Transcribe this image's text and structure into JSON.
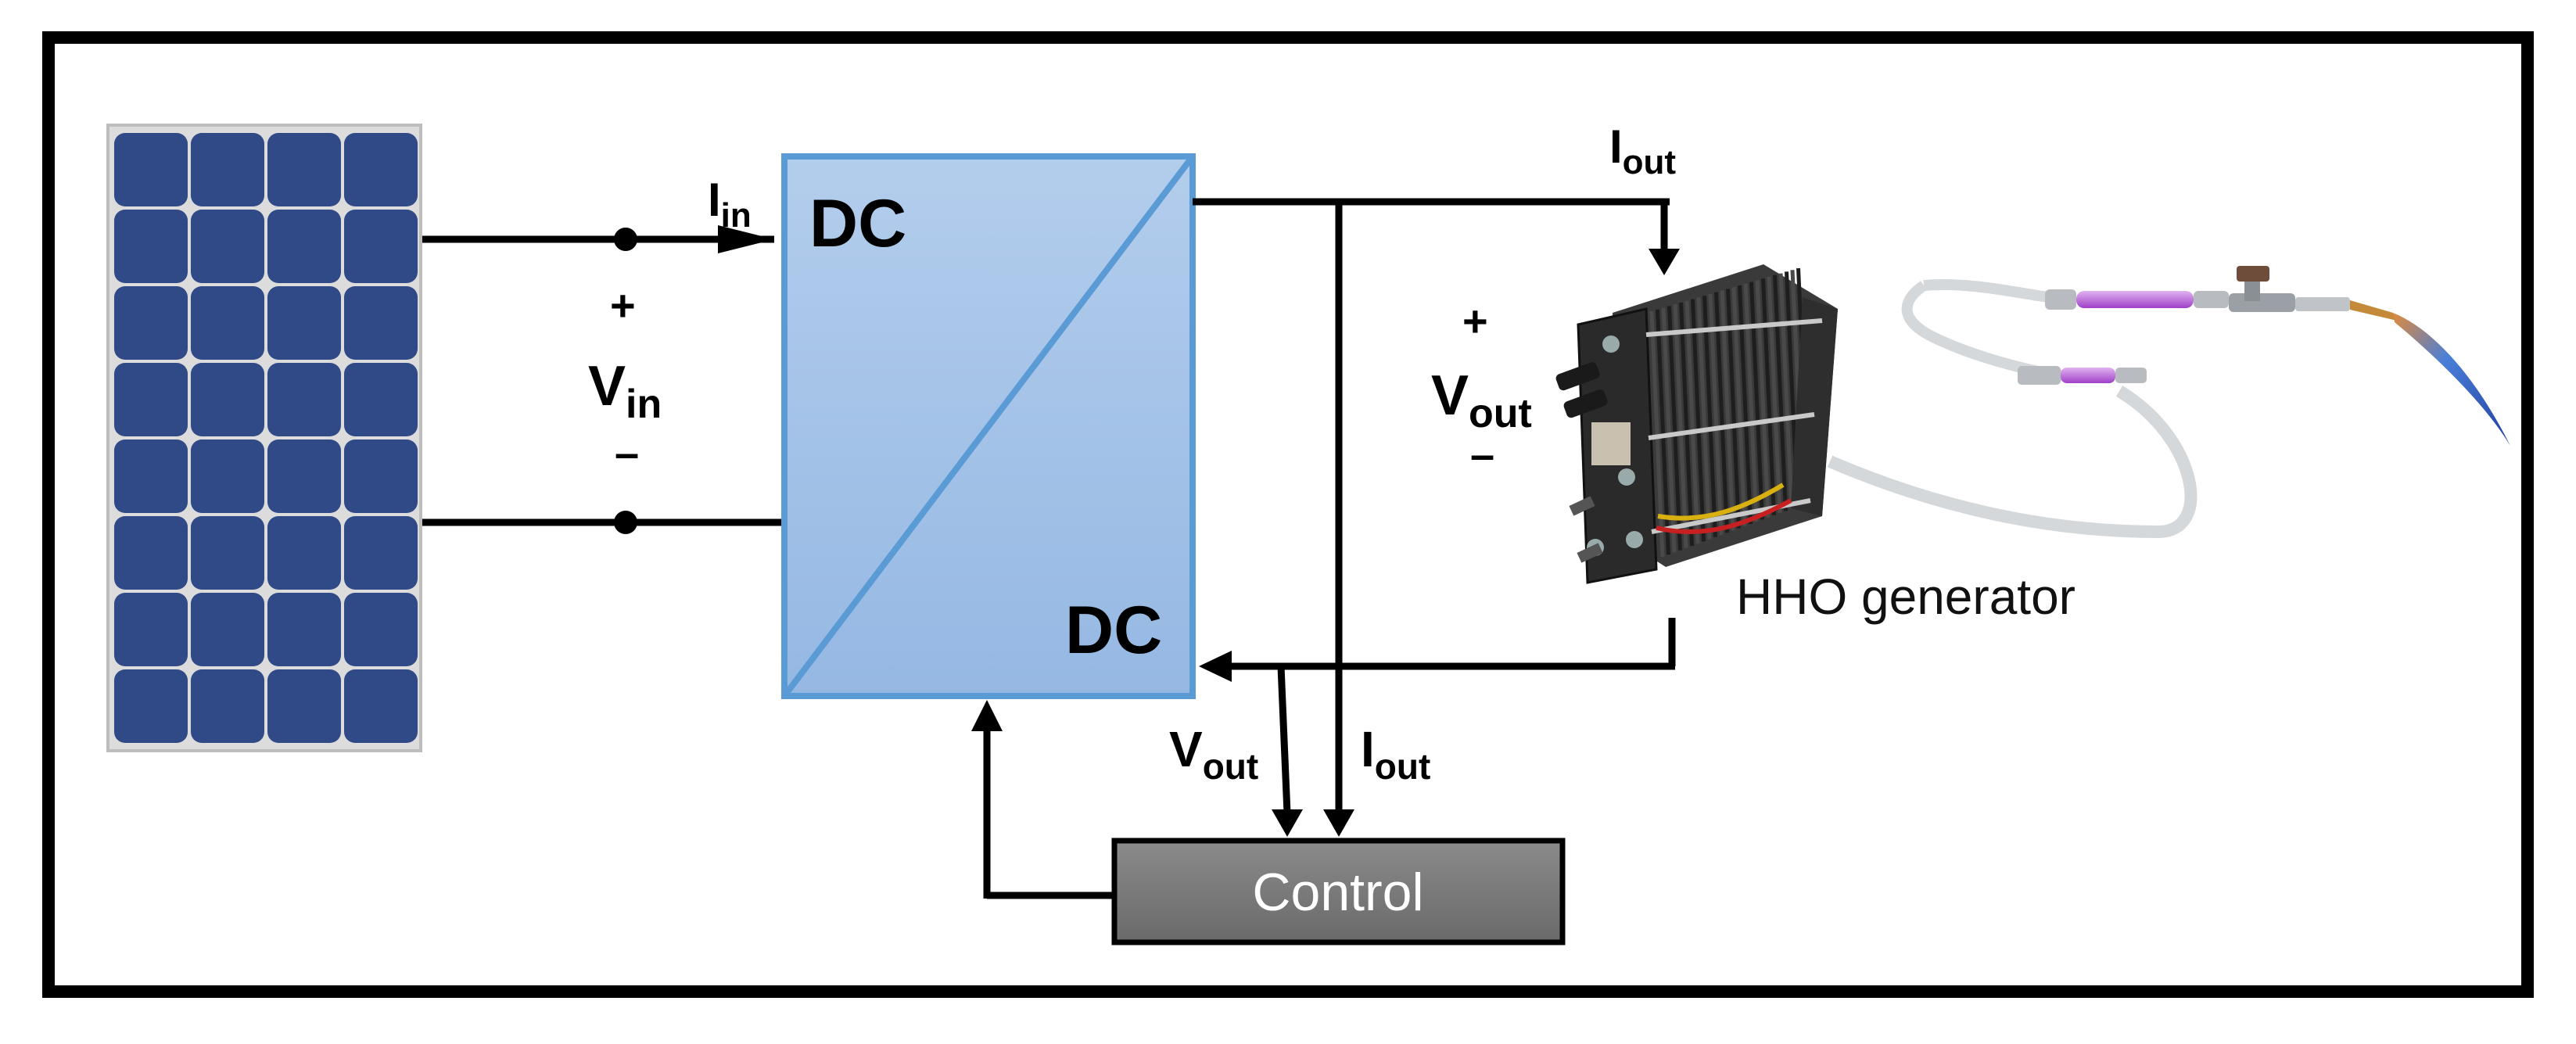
{
  "diagram": {
    "converter": {
      "input_label": "DC",
      "output_label": "DC"
    },
    "signals": {
      "i_in": {
        "main": "I",
        "sub": "in"
      },
      "v_in": {
        "main": "V",
        "sub": "in",
        "plus": "+",
        "minus": "–"
      },
      "i_out_top": {
        "main": "I",
        "sub": "out"
      },
      "v_out_gen": {
        "main": "V",
        "sub": "out",
        "plus": "+",
        "minus": "–"
      },
      "v_out_ctrl": {
        "main": "V",
        "sub": "out"
      },
      "i_out_ctrl": {
        "main": "I",
        "sub": "out"
      }
    },
    "control_label": "Control",
    "generator_label": "HHO generator"
  },
  "colors": {
    "converter_fill": "#a5c2e6",
    "converter_stroke": "#5b9bd5",
    "control_fill": "#808080",
    "wire": "#000000",
    "panel_cell": "#2f4a86"
  },
  "icons": {
    "solar_panel": "solar-panel-icon",
    "hho_generator": "hho-generator-icon",
    "torch": "gas-torch-icon"
  }
}
